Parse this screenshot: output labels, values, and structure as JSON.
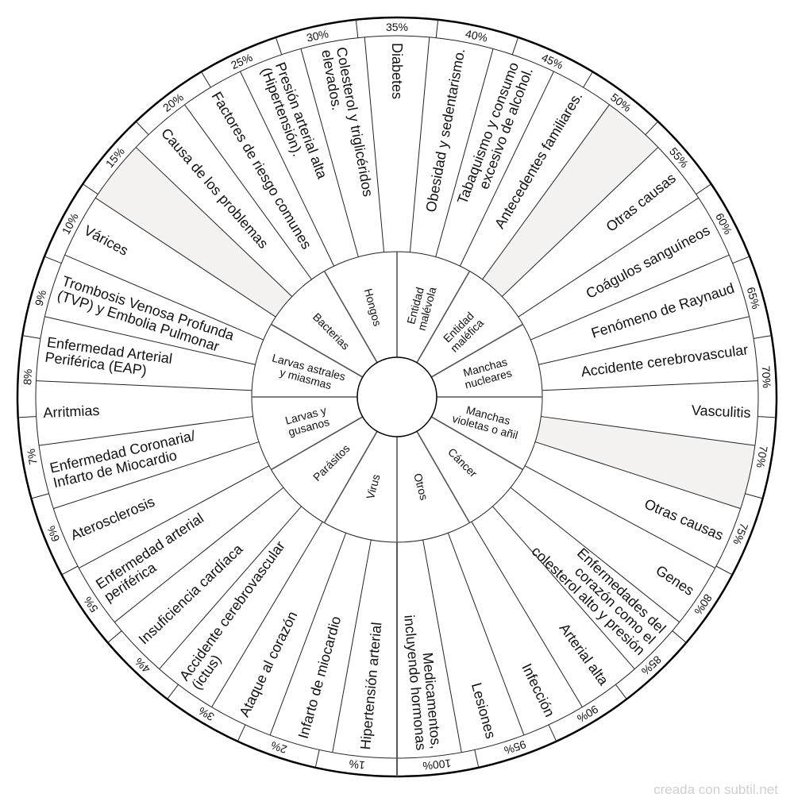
{
  "colors": {
    "shade": "#f3f2f1",
    "line": "#222222",
    "footer": "#cfcfcf"
  },
  "outer_segments": [
    {
      "lines": [
        "Diabetes"
      ]
    },
    {
      "lines": [
        "Obesidad y sedentarismo."
      ]
    },
    {
      "lines": [
        "Tabaquismo y consumo",
        "excesivo de alcohol."
      ]
    },
    {
      "lines": [
        "Antecedentes familiares."
      ]
    },
    {
      "lines": [],
      "shaded": true
    },
    {
      "lines": [
        "Otras causas"
      ]
    },
    {
      "lines": [
        "Coágulos sanguíneos"
      ]
    },
    {
      "lines": [
        "Fenómeno de Raynaud"
      ]
    },
    {
      "lines": [
        "Accidente cerebrovascular"
      ]
    },
    {
      "lines": [
        "Vasculitis"
      ]
    },
    {
      "lines": [],
      "shaded": true
    },
    {
      "lines": [
        "Otras causas"
      ]
    },
    {
      "lines": [
        "Genes"
      ]
    },
    {
      "lines": [
        "Enfermedades del",
        "corazón como el",
        "colesterol alto y presión"
      ]
    },
    {
      "lines": [
        "Arterial alta"
      ]
    },
    {
      "lines": [
        "Infección"
      ]
    },
    {
      "lines": [
        "Lesiones"
      ]
    },
    {
      "lines": [
        "Medicamentos,",
        "incluyendo hormonas"
      ]
    },
    {
      "lines": [
        "Hipertensión arterial"
      ]
    },
    {
      "lines": [
        "Infarto de miocardio"
      ]
    },
    {
      "lines": [
        "Ataque al corazón"
      ]
    },
    {
      "lines": [
        "Accidente cerebrovascular",
        "(ictus)"
      ]
    },
    {
      "lines": [
        "Insuficiencia cardíaca"
      ]
    },
    {
      "lines": [
        "Enfermedad arterial",
        "periférica"
      ]
    },
    {
      "lines": [
        "Aterosclerosis"
      ]
    },
    {
      "lines": [
        "Enfermedad Coronaria/",
        "Infarto de Miocardio"
      ]
    },
    {
      "lines": [
        "Arritmias"
      ]
    },
    {
      "lines": [
        "Enfermedad Arterial",
        "Periférica (EAP)"
      ]
    },
    {
      "lines": [
        "Trombosis Venosa Profunda",
        "(TVP) y Embolia Pulmonar"
      ]
    },
    {
      "lines": [
        "Várices"
      ]
    },
    {
      "lines": [],
      "shaded": true
    },
    {
      "lines": [
        "Causa de los problemas"
      ]
    },
    {
      "lines": [
        "Factores de riesgo comunes"
      ]
    },
    {
      "lines": [
        "Presión arterial alta",
        "(Hipertensión)."
      ]
    },
    {
      "lines": [
        "Colesterol y triglicéridos",
        "elevados."
      ]
    }
  ],
  "percent_labels": [
    "35%",
    "40%",
    "45%",
    "50%",
    "55%",
    "60%",
    "65%",
    "70%",
    "70%",
    "75%",
    "80%",
    "85%",
    "90%",
    "95%",
    "100%",
    "1%",
    "2%",
    "3%",
    "4%",
    "5%",
    "6%",
    "7%",
    "8%",
    "9%",
    "10%",
    "15%",
    "20%",
    "25%",
    "30%"
  ],
  "inner_segments": [
    {
      "lines": [
        "Entidad",
        "malévola"
      ]
    },
    {
      "lines": [
        "Entidad",
        "maléfica"
      ]
    },
    {
      "lines": [
        "Manchas",
        "nucleares"
      ]
    },
    {
      "lines": [
        "Manchas",
        "violetas o añil"
      ]
    },
    {
      "lines": [
        "Cáncer"
      ]
    },
    {
      "lines": [
        "Otros"
      ]
    },
    {
      "lines": [
        "Virus"
      ]
    },
    {
      "lines": [
        "Parásitos"
      ]
    },
    {
      "lines": [
        "Larvas y",
        "gusanos"
      ]
    },
    {
      "lines": [
        "Larvas astrales",
        "y miasmas"
      ]
    },
    {
      "lines": [
        "Bacterias"
      ]
    },
    {
      "lines": [
        "Hongos"
      ]
    }
  ],
  "footer": "creada con subtil.net"
}
